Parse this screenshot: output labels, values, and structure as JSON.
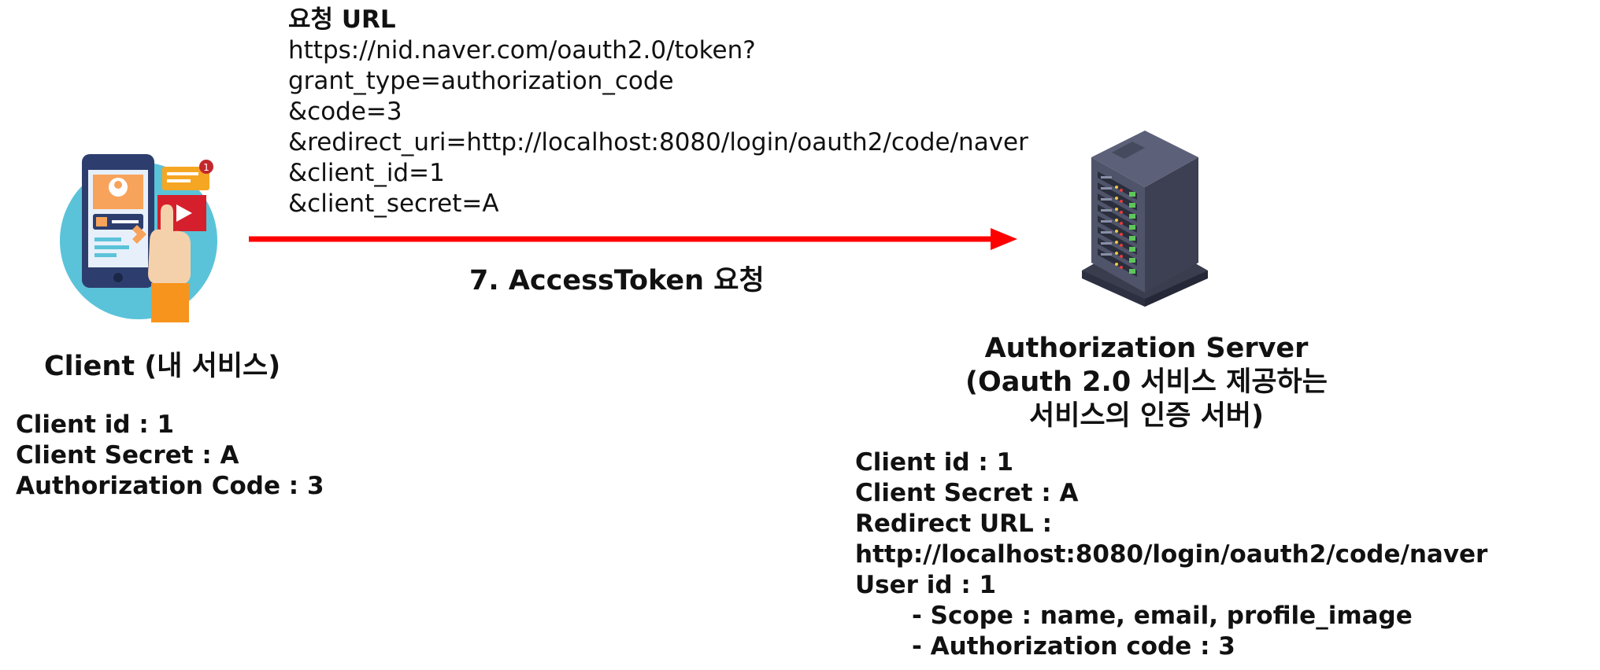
{
  "request": {
    "title": "요청 URL",
    "url_lines": [
      "https://nid.naver.com/oauth2.0/token?",
      "grant_type=authorization_code",
      "&code=3",
      "&redirect_uri=http://localhost:8080/login/oauth2/code/naver",
      "&client_id=1",
      "&client_secret=A"
    ]
  },
  "arrow": {
    "label": "7. AccessToken 요청",
    "color": "#ff0000"
  },
  "client": {
    "illustration_icon": "mobile-app-icon",
    "name": "Client (내 서비스)",
    "info": [
      "Client id : 1",
      "Client Secret : A",
      "Authorization Code : 3"
    ]
  },
  "server": {
    "illustration_icon": "server-tower-icon",
    "title_lines": [
      "Authorization Server",
      "(Oauth 2.0 서비스 제공하는",
      "서비스의 인증 서버)"
    ],
    "info": [
      "Client id : 1",
      "Client Secret : A",
      "Redirect URL :",
      "http://localhost:8080/login/oauth2/code/naver",
      "User id : 1"
    ],
    "user_details": [
      "- Scope : name, email, profile_image",
      "- Authorization code : 3"
    ]
  }
}
